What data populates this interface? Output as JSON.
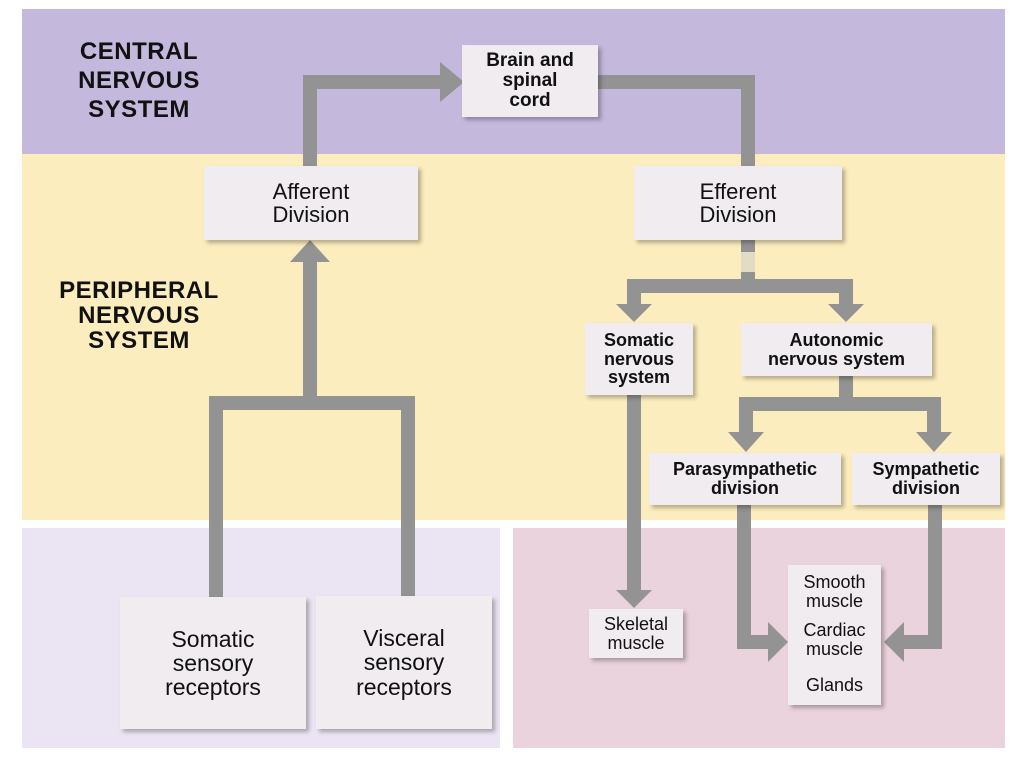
{
  "regions": {
    "central_title": "CENTRAL\nNERVOUS\nSYSTEM",
    "peripheral_title": "PERIPHERAL\nNERVOUS\nSYSTEM"
  },
  "nodes": {
    "brain": "Brain and\nspinal\ncord",
    "afferent": "Afferent\nDivision",
    "efferent": "Efferent\nDivision",
    "somatic_ns": "Somatic\nnervous\nsystem",
    "autonomic_ns": "Autonomic\nnervous system",
    "parasympathetic": "Parasympathetic\ndivision",
    "sympathetic": "Sympathetic\ndivision",
    "somatic_receptors": "Somatic\nsensory\nreceptors",
    "visceral_receptors": "Visceral\nsensory\nreceptors",
    "skeletal": "Skeletal\nmuscle",
    "effectors": {
      "smooth": "Smooth\nmuscle",
      "cardiac": "Cardiac\nmuscle",
      "glands": "Glands"
    }
  },
  "colors": {
    "cns_band": "#c4b8dd",
    "pns_band": "#fcedbe",
    "sensory_panel": "#ebe4f2",
    "effector_panel": "#ead3dc",
    "box_fill": "#f1ecef",
    "arrow": "#939393"
  }
}
